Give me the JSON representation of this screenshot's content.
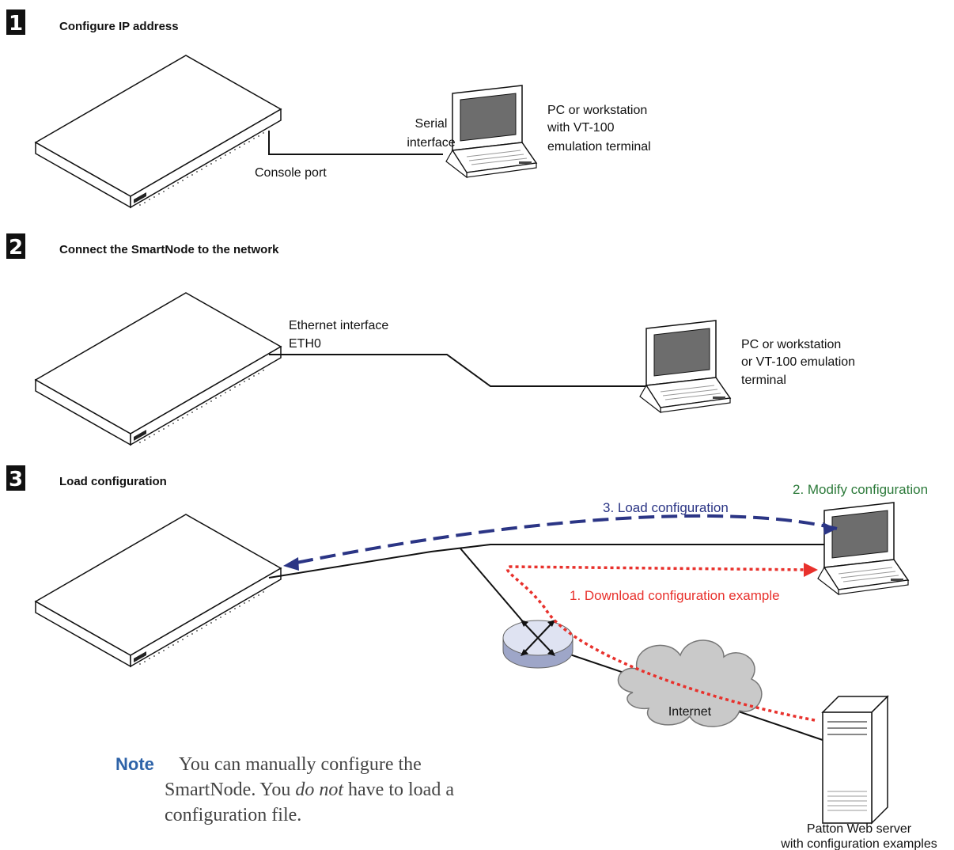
{
  "steps": [
    {
      "number": "1",
      "title": "Configure IP address"
    },
    {
      "number": "2",
      "title": "Connect the SmartNode to the network"
    },
    {
      "number": "3",
      "title": "Load configuration"
    }
  ],
  "step1": {
    "serial_label_line1": "Serial",
    "serial_label_line2": "interface",
    "console_label": "Console port",
    "pc_line1": "PC or workstation",
    "pc_line2": "with VT-100",
    "pc_line3": "emulation terminal"
  },
  "step2": {
    "eth_line1": "Ethernet interface",
    "eth_line2": "ETH0",
    "pc_line1": "PC or workstation",
    "pc_line2": "or VT-100 emulation",
    "pc_line3": "terminal"
  },
  "step3": {
    "load_label": "3. Load configuration",
    "modify_label": "2. Modify configuration",
    "download_label": "1. Download configuration example",
    "internet_label": "Internet",
    "server_line1": "Patton Web server",
    "server_line2": "with configuration examples"
  },
  "note": {
    "heading": "Note",
    "line1": "You can manually configure the",
    "line2_a": "SmartNode. You ",
    "line2_em": "do not",
    "line2_b": " have to load a",
    "line3": "configuration file."
  },
  "colors": {
    "blue_arrow": "#2b3585",
    "red_arrow": "#e8312c",
    "green_text": "#2c7a3a",
    "note_blue": "#2e63a8"
  }
}
